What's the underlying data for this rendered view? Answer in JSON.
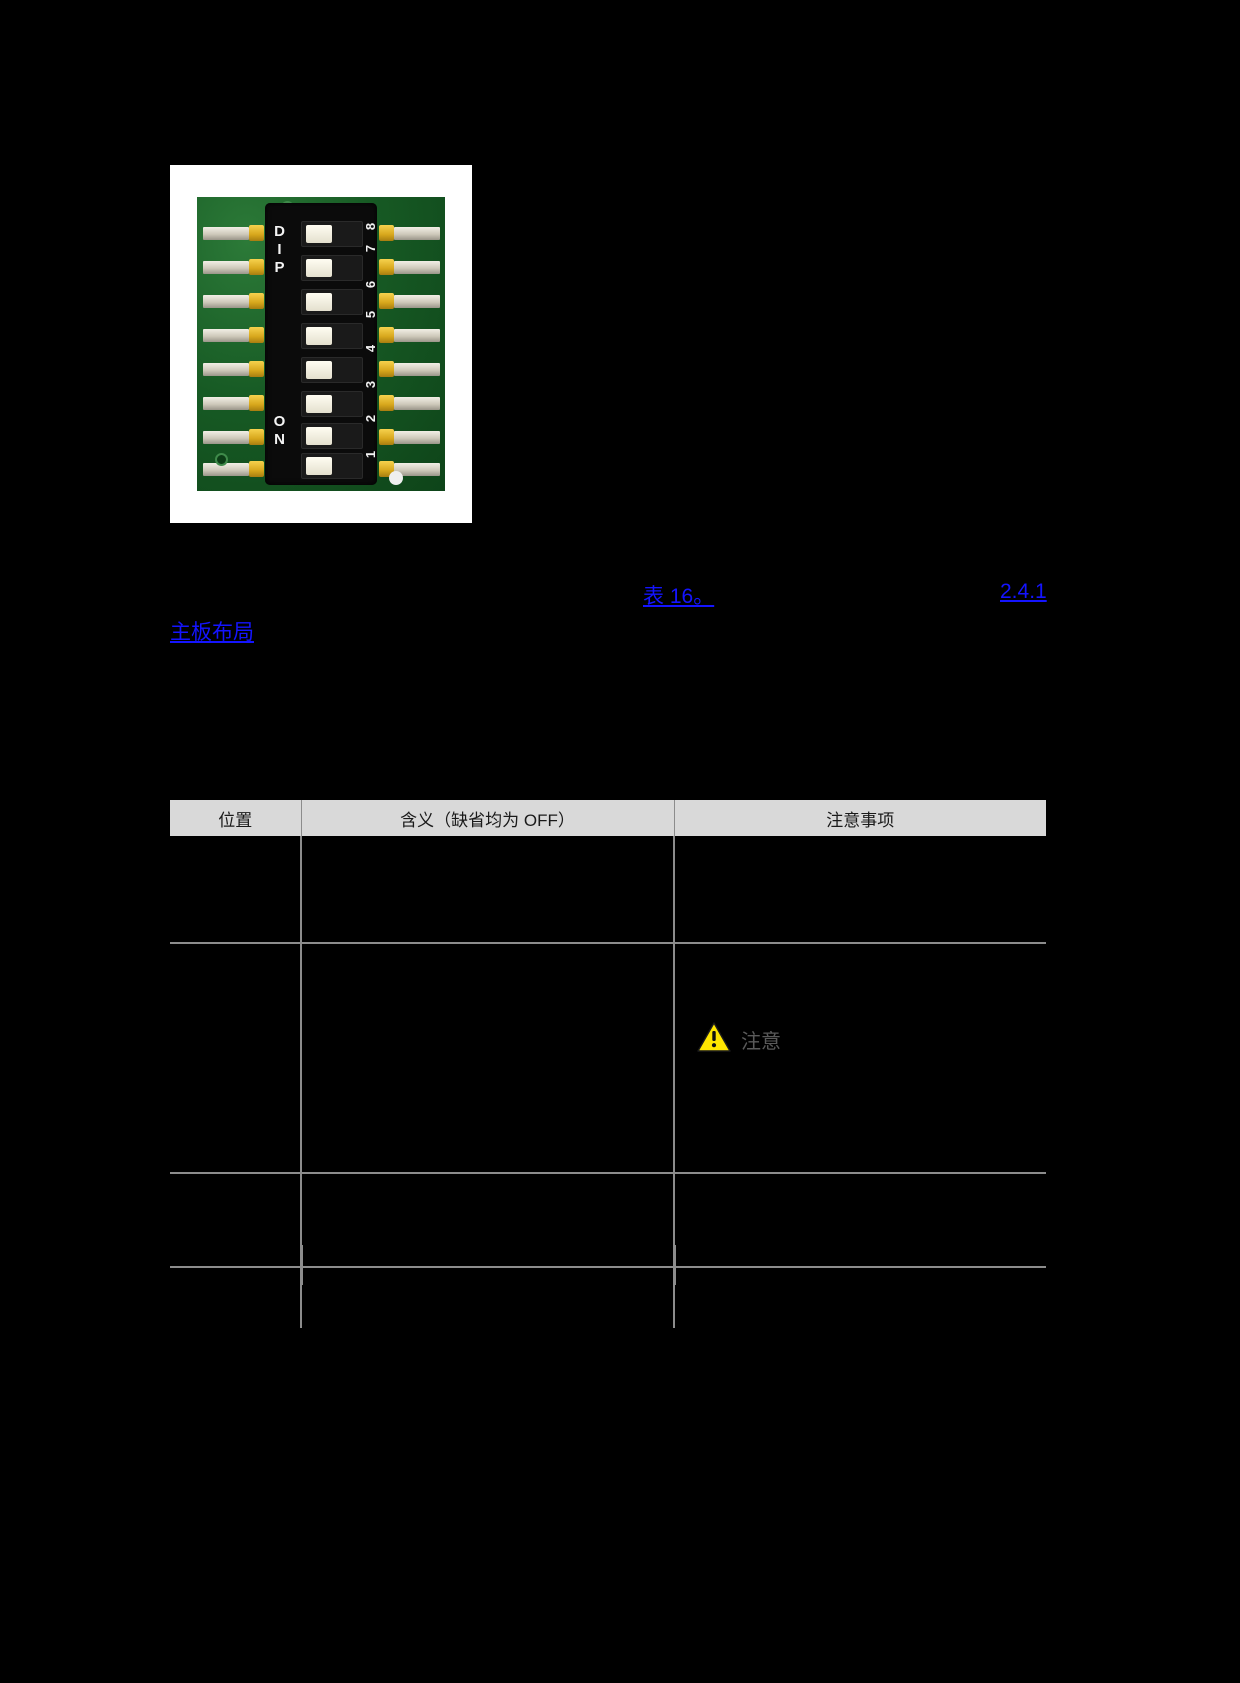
{
  "page": {
    "background_color": "#000000",
    "text_color": "#ffffff"
  },
  "figure": {
    "name": "dip-switch-photo",
    "alt": "DIP 开关",
    "card_color": "#ffffff",
    "board_color": "#13521f",
    "switch_body_color": "#0b0b0b",
    "labels": {
      "dip": "DIP",
      "on": "ON",
      "positions": [
        "1",
        "2",
        "3",
        "4",
        "5",
        "6",
        "7",
        "8"
      ]
    }
  },
  "links": {
    "table_ref": "表 16。",
    "section_ref": "2.4.1",
    "section_title": "主板布局",
    "color": "#1414ff"
  },
  "table": {
    "name": "dip-switch-settings-table",
    "headers": [
      "位置",
      "含义（缺省均为 OFF）",
      "注意事项"
    ],
    "header_bg": "#d9d9d9",
    "rule_color": "#8c8c8c",
    "rows": [
      {
        "position": "",
        "meaning": "",
        "notes": ""
      },
      {
        "position": "",
        "meaning": "",
        "notes": ""
      },
      {
        "position": "",
        "meaning": "",
        "notes": ""
      },
      {
        "position": "",
        "meaning": "",
        "notes": ""
      }
    ]
  },
  "caution": {
    "name": "caution-callout",
    "label": "注意",
    "icon": "warning-triangle-icon",
    "icon_color": "#ffe600",
    "text_color": "#5a5a5a"
  }
}
